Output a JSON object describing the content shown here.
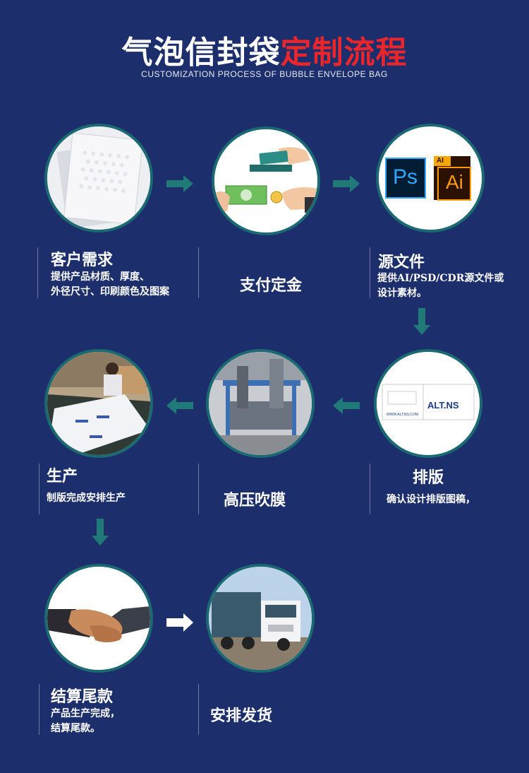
{
  "header": {
    "title_white": "气泡信封袋",
    "title_red": "定制流程",
    "subtitle": "CUSTOMIZATION PROCESS OF BUBBLE ENVELOPE BAG"
  },
  "steps": [
    {
      "title": "客户需求",
      "desc1": "提供产品材质、厚度、",
      "desc2": "外径尺寸、印刷颜色及图案"
    },
    {
      "title": "支付定金"
    },
    {
      "title": "源文件",
      "desc1": "提供AI/PSD/CDR源文件或",
      "desc2": "设计素材。"
    },
    {
      "title": "排版",
      "desc1": "确认设计排版图稿，"
    },
    {
      "title": "高压吹膜"
    },
    {
      "title": "生产",
      "desc1": "制版完成安排生产"
    },
    {
      "title": "结算尾款",
      "desc1": "产品生产完成，",
      "desc2": "结算尾款。"
    },
    {
      "title": "安排发货"
    }
  ],
  "images": {
    "ps_label": "Ps",
    "ai_label": "Ai",
    "ai_tag": "AI",
    "layout_brand": "ALT.NS",
    "layout_url": "WWW.ALT.NS.COM"
  },
  "colors": {
    "background": "#1c2f6c",
    "accent_red": "#e8262b",
    "arrow_teal": "#1f7a78",
    "circle_border": "#1b6a72"
  }
}
